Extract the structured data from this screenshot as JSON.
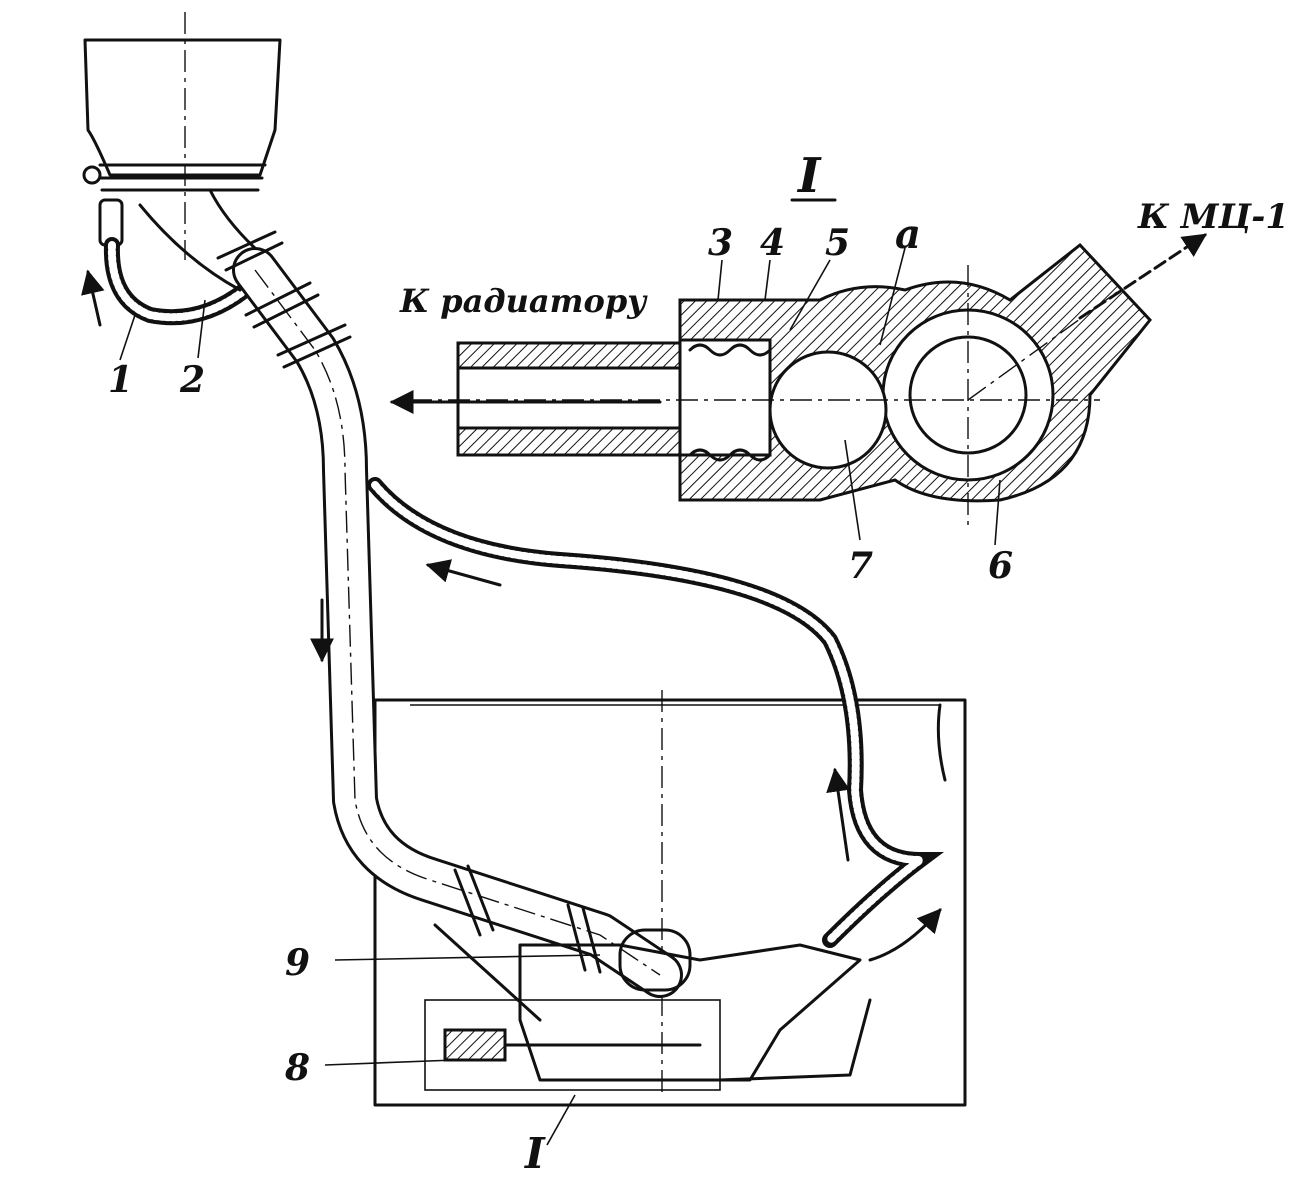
{
  "labels": {
    "l1": "1",
    "l2": "2",
    "l3": "3",
    "l4": "4",
    "l5": "5",
    "la": "a",
    "l6": "6",
    "l7": "7",
    "l8": "8",
    "l9": "9",
    "detail_title": "I",
    "detail_ref": "I",
    "to_radiator": "К радиатору",
    "to_mc": "К МЦ-1"
  }
}
